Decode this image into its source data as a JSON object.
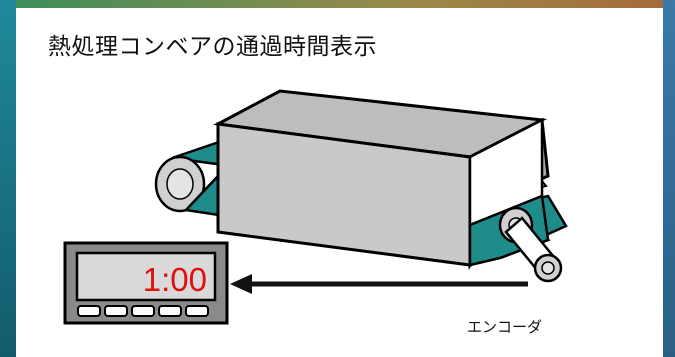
{
  "title": "熱処理コンベアの通過時間表示",
  "display": {
    "time": "1:00"
  },
  "encoder": {
    "label": "エンコーダ"
  },
  "colors": {
    "belt": "#1e8c8a",
    "box_front": "#c9c9c9",
    "display_text": "#e01010",
    "arrow": "#111111"
  }
}
